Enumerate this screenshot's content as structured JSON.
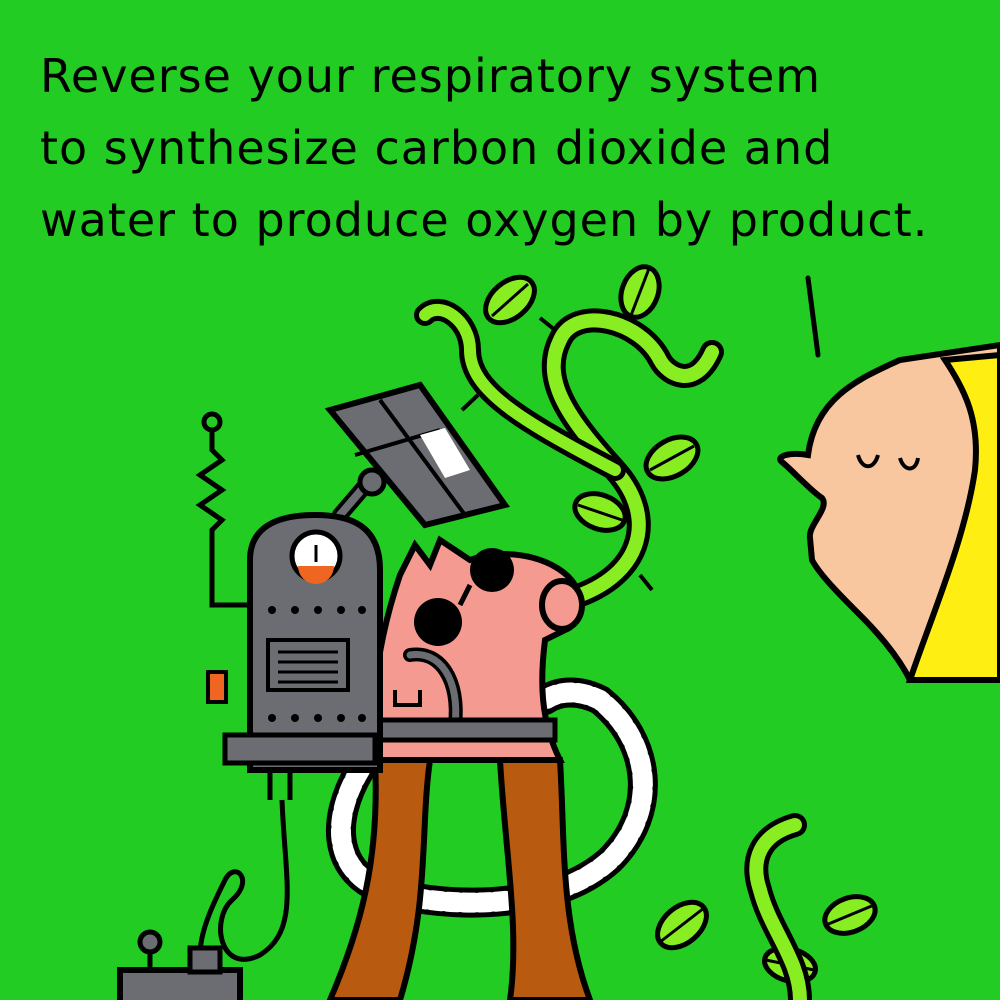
{
  "caption": {
    "line1": "Reverse your respiratory system",
    "line2": "to synthesize carbon dioxide and",
    "line3": "water to produce oxygen by product."
  },
  "colors": {
    "background": "#22cc22",
    "vine": "#88ee22",
    "pig_skin": "#f49a90",
    "person_skin": "#f8c7a0",
    "shirt": "#ffee11",
    "machine": "#6b6d73",
    "roots": "#b85a10",
    "gauge_accent": "#ee6622"
  },
  "icons": [
    "speech-tick-icon",
    "solar-panel-icon",
    "gauge-icon",
    "antenna-icon",
    "leaf-icon"
  ]
}
